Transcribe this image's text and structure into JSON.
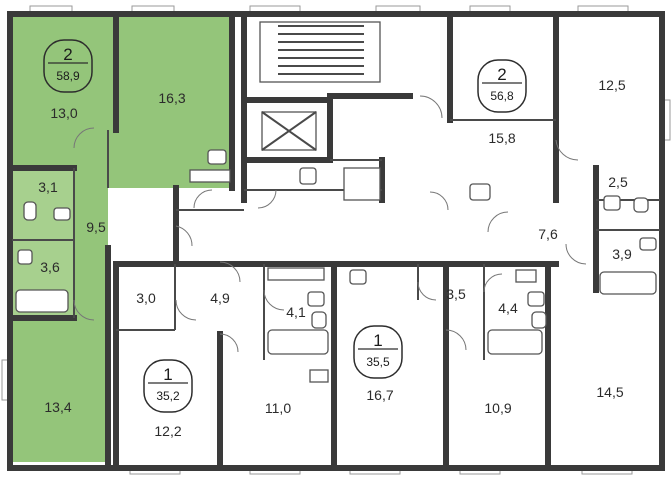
{
  "colors": {
    "selected": "#94c57a",
    "wall": "#3a3a3a",
    "background": "#ffffff"
  },
  "apartments": [
    {
      "id": "apt-a",
      "rooms": "2",
      "area": "58,9",
      "selected": true
    },
    {
      "id": "apt-b",
      "rooms": "2",
      "area": "56,8",
      "selected": false
    },
    {
      "id": "apt-c",
      "rooms": "1",
      "area": "35,2",
      "selected": false
    },
    {
      "id": "apt-d",
      "rooms": "1",
      "area": "35,5",
      "selected": false
    }
  ],
  "rooms": [
    {
      "id": "a-room-1",
      "label": "13,0"
    },
    {
      "id": "a-room-2",
      "label": "16,3"
    },
    {
      "id": "a-bath",
      "label": "3,1"
    },
    {
      "id": "a-hall",
      "label": "9,5"
    },
    {
      "id": "a-wc",
      "label": "3,6"
    },
    {
      "id": "a-kitchen",
      "label": "13,4"
    },
    {
      "id": "b-room",
      "label": "12,5"
    },
    {
      "id": "b-kitchen",
      "label": "15,8"
    },
    {
      "id": "b-wc",
      "label": "2,5"
    },
    {
      "id": "b-hall",
      "label": "7,6"
    },
    {
      "id": "b-bath",
      "label": "3,9"
    },
    {
      "id": "b-room-2",
      "label": "14,5"
    },
    {
      "id": "c-hall",
      "label": "3,0"
    },
    {
      "id": "c-corr",
      "label": "4,9"
    },
    {
      "id": "c-bath",
      "label": "4,1"
    },
    {
      "id": "c-room",
      "label": "12,2"
    },
    {
      "id": "c-kitchen",
      "label": "11,0"
    },
    {
      "id": "d-room",
      "label": "16,7"
    },
    {
      "id": "d-hall",
      "label": "3,5"
    },
    {
      "id": "d-bath",
      "label": "4,4"
    },
    {
      "id": "d-kitchen",
      "label": "10,9"
    }
  ]
}
